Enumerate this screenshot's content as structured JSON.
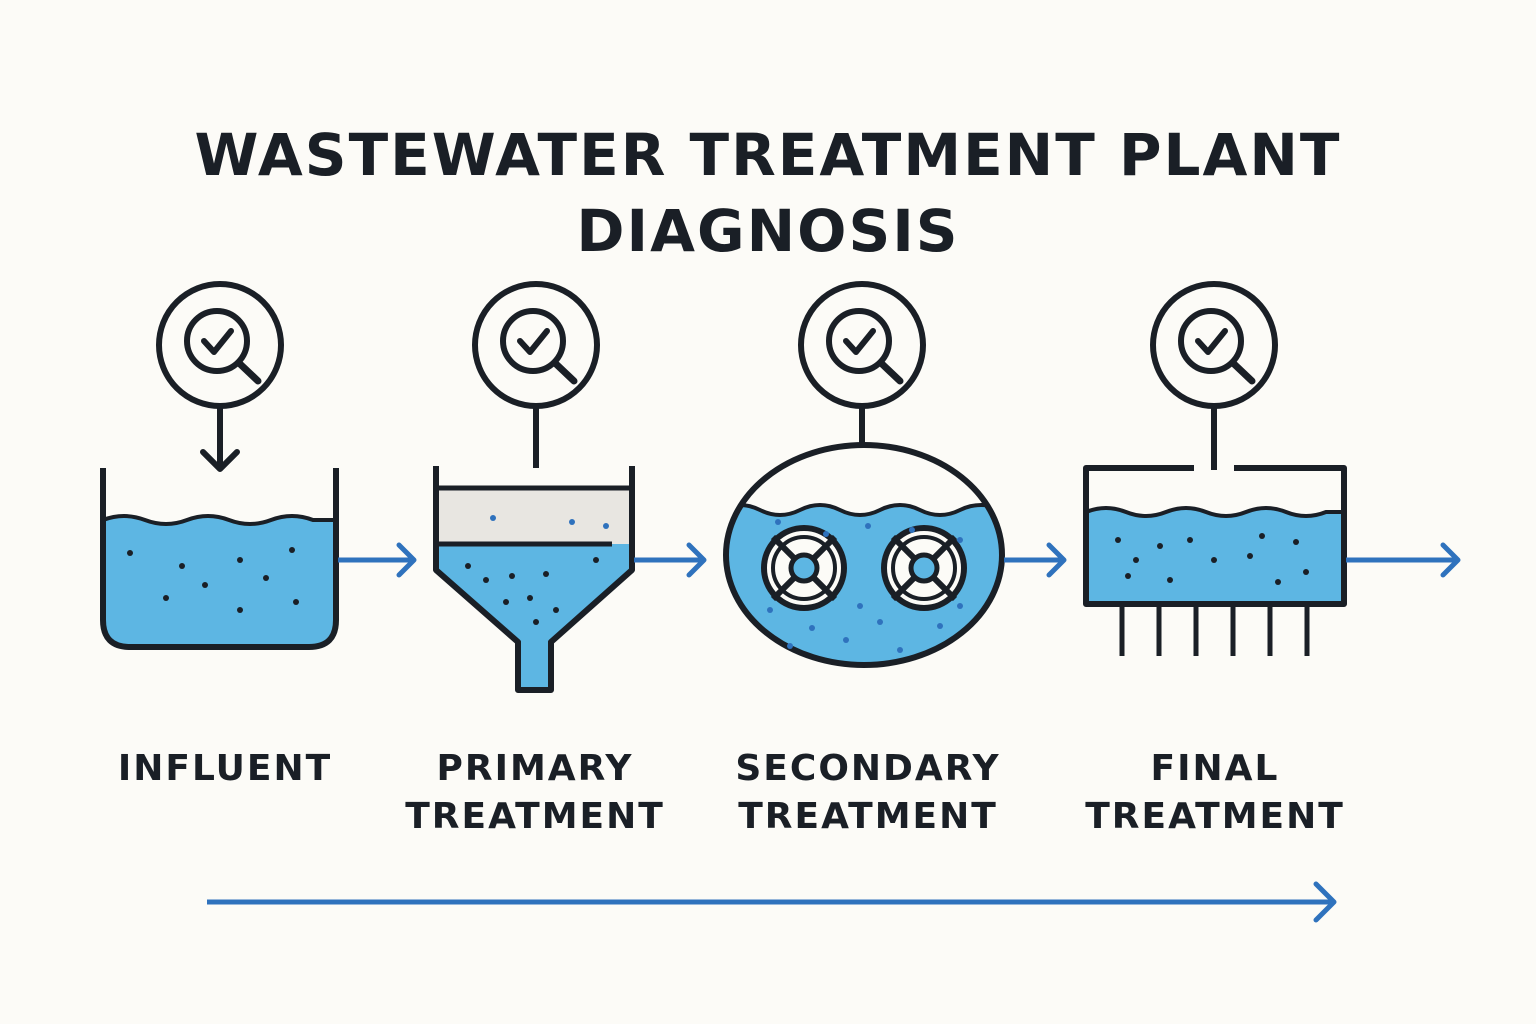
{
  "title": {
    "line1": "WASTEWATER TREATMENT PLANT",
    "line2": "DIAGNOSIS"
  },
  "stages": [
    {
      "id": "influent",
      "line1": "INFLUENT",
      "line2": ""
    },
    {
      "id": "primary",
      "line1": "PRIMARY",
      "line2": "TREATMENT"
    },
    {
      "id": "secondary",
      "line1": "SECONDARY",
      "line2": "TREATMENT"
    },
    {
      "id": "final",
      "line1": "FINAL",
      "line2": "TREATMENT"
    }
  ],
  "icons": {
    "inspection": "magnifier-check-icon",
    "aerator": "aerator-wheel-icon"
  },
  "colors": {
    "ink": "#1a1f26",
    "water": "#5db6e3",
    "arrow": "#2f72bd",
    "sludge": "#e8e6e1",
    "background": "#fcfbf7"
  }
}
